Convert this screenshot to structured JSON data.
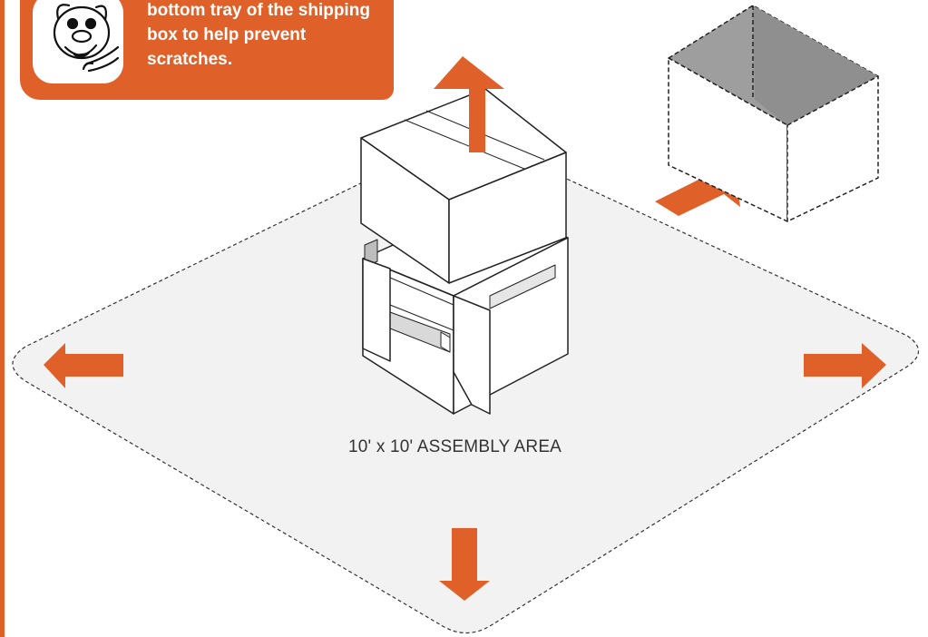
{
  "colors": {
    "accent": "#e0602a",
    "floor": "#f2f2f2",
    "line": "#333333",
    "box_shade": "#a0a0a0"
  },
  "tip": {
    "lines": [
      "bottom tray of the shipping",
      "box to help prevent",
      "scratches."
    ]
  },
  "mascot": {
    "icon": "pig-mascot-pointing-icon"
  },
  "assembly_area": {
    "label": "10' x 10' ASSEMBLY AREA"
  },
  "arrows": [
    "arrow-up-icon",
    "arrow-left-icon",
    "arrow-right-icon",
    "arrow-down-icon",
    "arrow-to-box-icon"
  ]
}
